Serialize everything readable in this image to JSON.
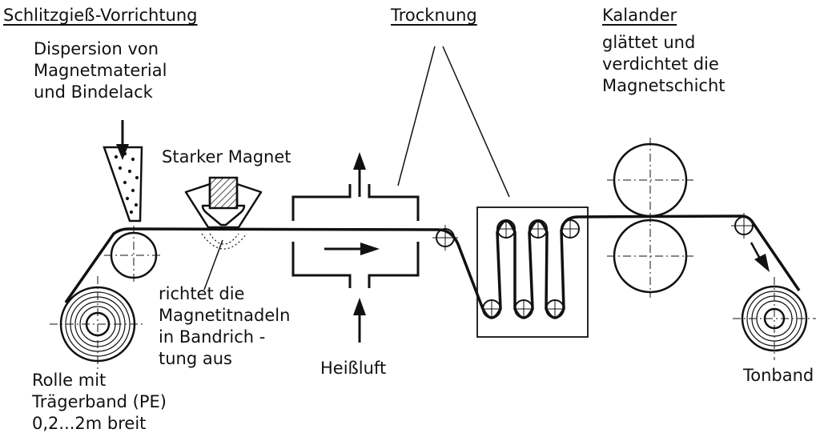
{
  "slot_die": {
    "title": "Schlitzgieß-Vorrichtung",
    "lines": [
      "Dispersion von",
      "Magnetmaterial",
      "und Bindelack"
    ]
  },
  "magnet": {
    "title": "Starker Magnet"
  },
  "magnet_note": {
    "lines": [
      "richtet die",
      "Magnetitnadeln",
      "in Bandrich -",
      "tung aus"
    ]
  },
  "drying": {
    "title": "Trocknung"
  },
  "hot_air": {
    "label": "Heißluft"
  },
  "calender": {
    "title": "Kalander",
    "lines": [
      "glättet und",
      "verdichtet die",
      "Magnetschicht"
    ]
  },
  "supply_roll": {
    "lines": [
      "Rolle mit",
      "Trägerband (PE)",
      "0,2...2m breit"
    ]
  },
  "tape": {
    "label": "Tonband"
  },
  "colors": {
    "ink": "#111111",
    "paper": "#ffffff",
    "magnet_hatch": "#222222"
  }
}
